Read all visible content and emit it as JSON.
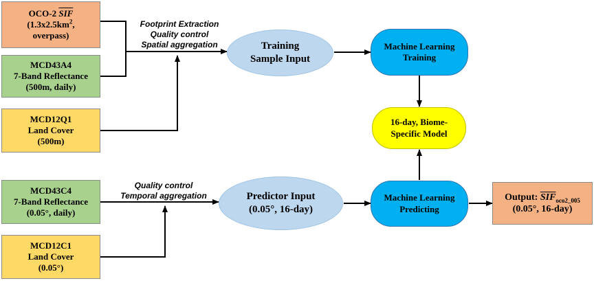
{
  "sources": {
    "oco2": {
      "line1_prefix": "OCO-2 ",
      "line1_sif": "SIF",
      "line2_pre": "(1.3x2.5km",
      "line2_sup": "2",
      "line2_post": ",",
      "line3": "overpass)"
    },
    "mcd43a4": {
      "line1": "MCD43A4",
      "line2": "7-Band Reflectance",
      "line3": "(500m, daily)"
    },
    "mcd12q1": {
      "line1": "MCD12Q1",
      "line2": "Land Cover",
      "line3": "(500m)"
    },
    "mcd43c4": {
      "line1": "MCD43C4",
      "line2": "7-Band Reflectance",
      "line3": "(0.05°, daily)"
    },
    "mcd12c1": {
      "line1": "MCD12C1",
      "line2": "Land Cover",
      "line3": "(0.05°)"
    }
  },
  "annotations": {
    "top": [
      "Footprint Extraction",
      "Quality control",
      "Spatial aggregation"
    ],
    "bottom": [
      "Quality control",
      "Temporal aggregation"
    ]
  },
  "processes": {
    "training_input": {
      "line1": "Training",
      "line2": "Sample Input"
    },
    "predictor_input": {
      "line1": "Predictor Input",
      "line2": "(0.05°, 16-day)"
    },
    "ml_training": {
      "line1": "Machine Learning",
      "line2": "Training"
    },
    "biome_model": {
      "line1": "16-day, Biome-",
      "line2": "Specific Model"
    },
    "ml_predicting": {
      "line1": "Machine Learning",
      "line2": "Predicting"
    }
  },
  "output": {
    "line1_prefix": "Output: ",
    "line1_sif": "SIF",
    "line1_sub": "oco2_005",
    "line2": "(0.05°, 16-day)"
  }
}
